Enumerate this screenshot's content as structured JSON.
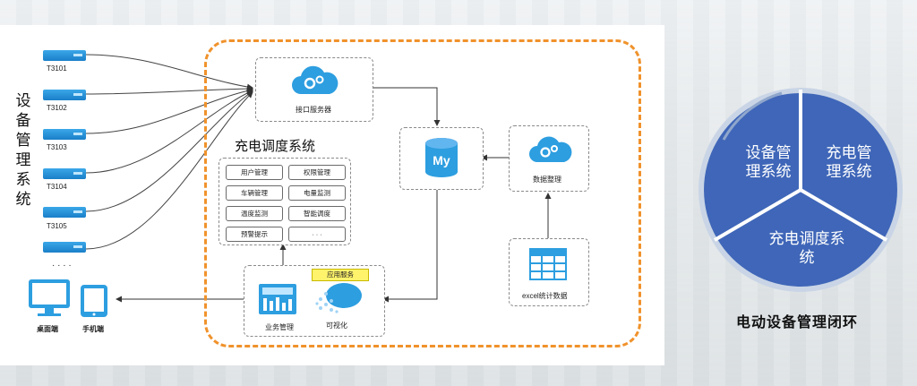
{
  "left_title": "设备管理系统",
  "servers": [
    "T3101",
    "T3102",
    "T3103",
    "T3104",
    "T3105"
  ],
  "servers_more": "· · · ·",
  "interface_server": "接口服务器",
  "charging_system_title": "充电调度系统",
  "modules": [
    "用户管理",
    "权限管理",
    "车辆管理",
    "电量监测",
    "温度监测",
    "智能调度",
    "预警提示",
    "· · ·"
  ],
  "db_label": "My",
  "data_organize": "数据整理",
  "excel_data": "excel统计数据",
  "app_service": "应用服务",
  "business_mgmt": "业务管理",
  "visualization": "可视化",
  "desktop": "桌面端",
  "mobile": "手机端",
  "cycle": {
    "seg1": "设备管\n理系统",
    "seg2": "充电管\n理系统",
    "seg3": "充电调度系\n统"
  },
  "caption": "电动设备管理闭环",
  "colors": {
    "accent_orange": "#f0922b",
    "circle_blue": "#3f66b8",
    "cloud_blue": "#2d9ee0"
  }
}
